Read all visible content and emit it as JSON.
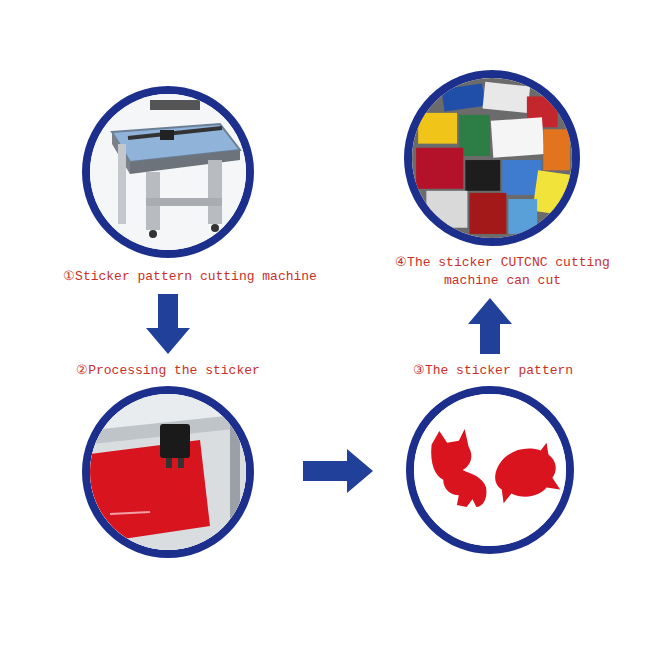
{
  "diagram": {
    "nodes": [
      {
        "text": [
          "①Sticker pattern cutting machine"
        ]
      },
      {
        "text": [
          "②Processing the sticker"
        ]
      },
      {
        "text": [
          "③The sticker pattern"
        ]
      },
      {
        "text": [
          "④The sticker CUTCNC cutting machine can cut"
        ]
      }
    ],
    "edges": [
      {
        "from": 0,
        "to": 1,
        "arrow": "to"
      },
      {
        "from": 1,
        "to": 2,
        "arrow": "to"
      },
      {
        "from": 2,
        "to": 3,
        "arrow": "to"
      }
    ]
  }
}
